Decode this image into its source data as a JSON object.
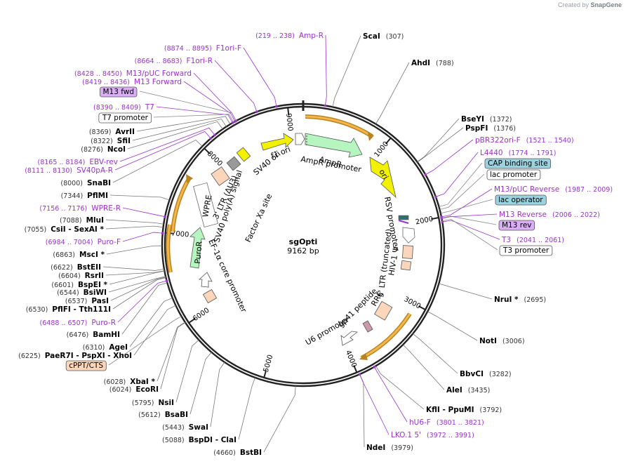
{
  "credit": {
    "prefix": "Created by",
    "brand": "SnapGene"
  },
  "plasmid": {
    "name": "sgOpti",
    "size_label": "9162 bp",
    "total_bp": 9162
  },
  "ticks": [
    {
      "bp": 1000,
      "label": "1000"
    },
    {
      "bp": 2000,
      "label": "2000"
    },
    {
      "bp": 3000,
      "label": "3000"
    },
    {
      "bp": 4000,
      "label": "4000"
    },
    {
      "bp": 5000,
      "label": "5000"
    },
    {
      "bp": 6000,
      "label": "6000"
    },
    {
      "bp": 7000,
      "label": "7000"
    },
    {
      "bp": 8000,
      "label": "8000"
    },
    {
      "bp": 9000,
      "label": "9000"
    }
  ],
  "enzymes": [
    {
      "name": "ScaI",
      "pos": "(307)",
      "bp": 307
    },
    {
      "name": "AhdI",
      "pos": "(788)",
      "bp": 788
    },
    {
      "name": "BseYI",
      "pos": "(1372)",
      "bp": 1372
    },
    {
      "name": "PspFI",
      "pos": "(1376)",
      "bp": 1376
    },
    {
      "name": "NruI *",
      "pos": "(2695)",
      "bp": 2695
    },
    {
      "name": "NotI",
      "pos": "(3006)",
      "bp": 3006
    },
    {
      "name": "BbvCI",
      "pos": "(3282)",
      "bp": 3282
    },
    {
      "name": "AleI",
      "pos": "(3435)",
      "bp": 3435
    },
    {
      "name": "KflI - PpuMI",
      "pos": "(3792)",
      "bp": 3792
    },
    {
      "name": "NdeI",
      "pos": "(3979)",
      "bp": 3979
    },
    {
      "name": "BstBI",
      "pos": "(4660)",
      "bp": 4660
    },
    {
      "name": "BspDI - ClaI",
      "pos": "(5088)",
      "bp": 5088
    },
    {
      "name": "SwaI",
      "pos": "(5443)",
      "bp": 5443
    },
    {
      "name": "BsaBI",
      "pos": "(5612)",
      "bp": 5612
    },
    {
      "name": "NsiI",
      "pos": "(5795)",
      "bp": 5795
    },
    {
      "name": "EcoRI",
      "pos": "(6024)",
      "bp": 6024
    },
    {
      "name": "XbaI *",
      "pos": "(6028)",
      "bp": 6028
    },
    {
      "name": "PaeR7I - PspXI - XhoI",
      "pos": "(6225)",
      "bp": 6225
    },
    {
      "name": "AgeI",
      "pos": "(6310)",
      "bp": 6310
    },
    {
      "name": "BamHI",
      "pos": "(6476)",
      "bp": 6476
    },
    {
      "name": "PflFI - Tth111I",
      "pos": "(6530)",
      "bp": 6530
    },
    {
      "name": "PasI",
      "pos": "(6537)",
      "bp": 6537
    },
    {
      "name": "BsiWI",
      "pos": "(6544)",
      "bp": 6544
    },
    {
      "name": "BspEI *",
      "pos": "(6601)",
      "bp": 6601
    },
    {
      "name": "RsrII",
      "pos": "(6604)",
      "bp": 6604
    },
    {
      "name": "BstEII",
      "pos": "(6622)",
      "bp": 6622
    },
    {
      "name": "MscI *",
      "pos": "(6863)",
      "bp": 6863
    },
    {
      "name": "CsiI - SexAI *",
      "pos": "(7055)",
      "bp": 7055
    },
    {
      "name": "MluI",
      "pos": "(7088)",
      "bp": 7088
    },
    {
      "name": "PflMI",
      "pos": "(7344)",
      "bp": 7344
    },
    {
      "name": "SnaBI",
      "pos": "(8000)",
      "bp": 8000
    },
    {
      "name": "NcoI",
      "pos": "(8276)",
      "bp": 8276
    },
    {
      "name": "SfiI",
      "pos": "(8322)",
      "bp": 8322
    },
    {
      "name": "AvrII",
      "pos": "(8369)",
      "bp": 8369
    }
  ],
  "primers": [
    {
      "name": "Amp-R",
      "pos": "(219 .. 238)",
      "bp": 228
    },
    {
      "name": "pBR322ori-F",
      "pos": "(1521 .. 1540)",
      "bp": 1530
    },
    {
      "name": "L4440",
      "pos": "(1774 .. 1791)",
      "bp": 1782
    },
    {
      "name": "M13/pUC Reverse",
      "pos": "(1987 .. 2009)",
      "bp": 1998
    },
    {
      "name": "M13 Reverse",
      "pos": "(2006 .. 2022)",
      "bp": 2014
    },
    {
      "name": "T3",
      "pos": "(2041 .. 2061)",
      "bp": 2051
    },
    {
      "name": "hU6-F",
      "pos": "(3801 .. 3821)",
      "bp": 3811
    },
    {
      "name": "LKO.1 5'",
      "pos": "(3972 .. 3991)",
      "bp": 3981
    },
    {
      "name": "Puro-R",
      "pos": "(6488 .. 6507)",
      "bp": 6497
    },
    {
      "name": "Puro-F",
      "pos": "(6984 .. 7004)",
      "bp": 6994
    },
    {
      "name": "WPRE-R",
      "pos": "(7156 .. 7176)",
      "bp": 7166
    },
    {
      "name": "SV40pA-R",
      "pos": "(8111 .. 8130)",
      "bp": 8120
    },
    {
      "name": "EBV-rev",
      "pos": "(8165 .. 8184)",
      "bp": 8174
    },
    {
      "name": "T7",
      "pos": "(8390 .. 8409)",
      "bp": 8399
    },
    {
      "name": "M13 Forward",
      "pos": "(8419 .. 8436)",
      "bp": 8427
    },
    {
      "name": "M13/pUC Forward",
      "pos": "(8428 .. 8450)",
      "bp": 8439
    },
    {
      "name": "F1ori-R",
      "pos": "(8664 .. 8683)",
      "bp": 8673
    },
    {
      "name": "F1ori-F",
      "pos": "(8874 .. 8895)",
      "bp": 8884
    }
  ],
  "boxes": [
    {
      "name": "CAP binding site",
      "style": "cyan"
    },
    {
      "name": "lac promoter",
      "style": "white"
    },
    {
      "name": "lac operator",
      "style": "cyan"
    },
    {
      "name": "M13 rev",
      "style": "purple"
    },
    {
      "name": "T3 promoter",
      "style": "white"
    },
    {
      "name": "M13 fwd",
      "style": "purple"
    },
    {
      "name": "T7 promoter",
      "style": "white"
    },
    {
      "name": "cPPT/CTS",
      "style": "peach"
    }
  ],
  "features": [
    {
      "name": "AmpR"
    },
    {
      "name": "AmpR promoter"
    },
    {
      "name": "ori"
    },
    {
      "name": "f1 ori"
    },
    {
      "name": "SV40 ori"
    },
    {
      "name": "SV40 poly(A) signal"
    },
    {
      "name": "3' LTR (ΔU3)"
    },
    {
      "name": "WPRE"
    },
    {
      "name": "Factor Xa site"
    },
    {
      "name": "PuroR"
    },
    {
      "name": "EF-1α core promoter"
    },
    {
      "name": "RSV promoter"
    },
    {
      "name": "5' LTR (truncated)"
    },
    {
      "name": "HIV-1 Ψ"
    },
    {
      "name": "RRE"
    },
    {
      "name": "gp41 peptide"
    },
    {
      "name": "U6 promoter"
    }
  ],
  "colors": {
    "enzyme": "#000000",
    "enzyme_pos": "#333333",
    "primer": "#9933cc",
    "backbone": "#222222",
    "amp": "#b6f5c0",
    "ori": "#f2f200",
    "orange_arc": "#e8a33a",
    "peach": "#fbd6bb",
    "cyan_box": "#9bd2e0",
    "purple_box": "#d9aef5"
  }
}
